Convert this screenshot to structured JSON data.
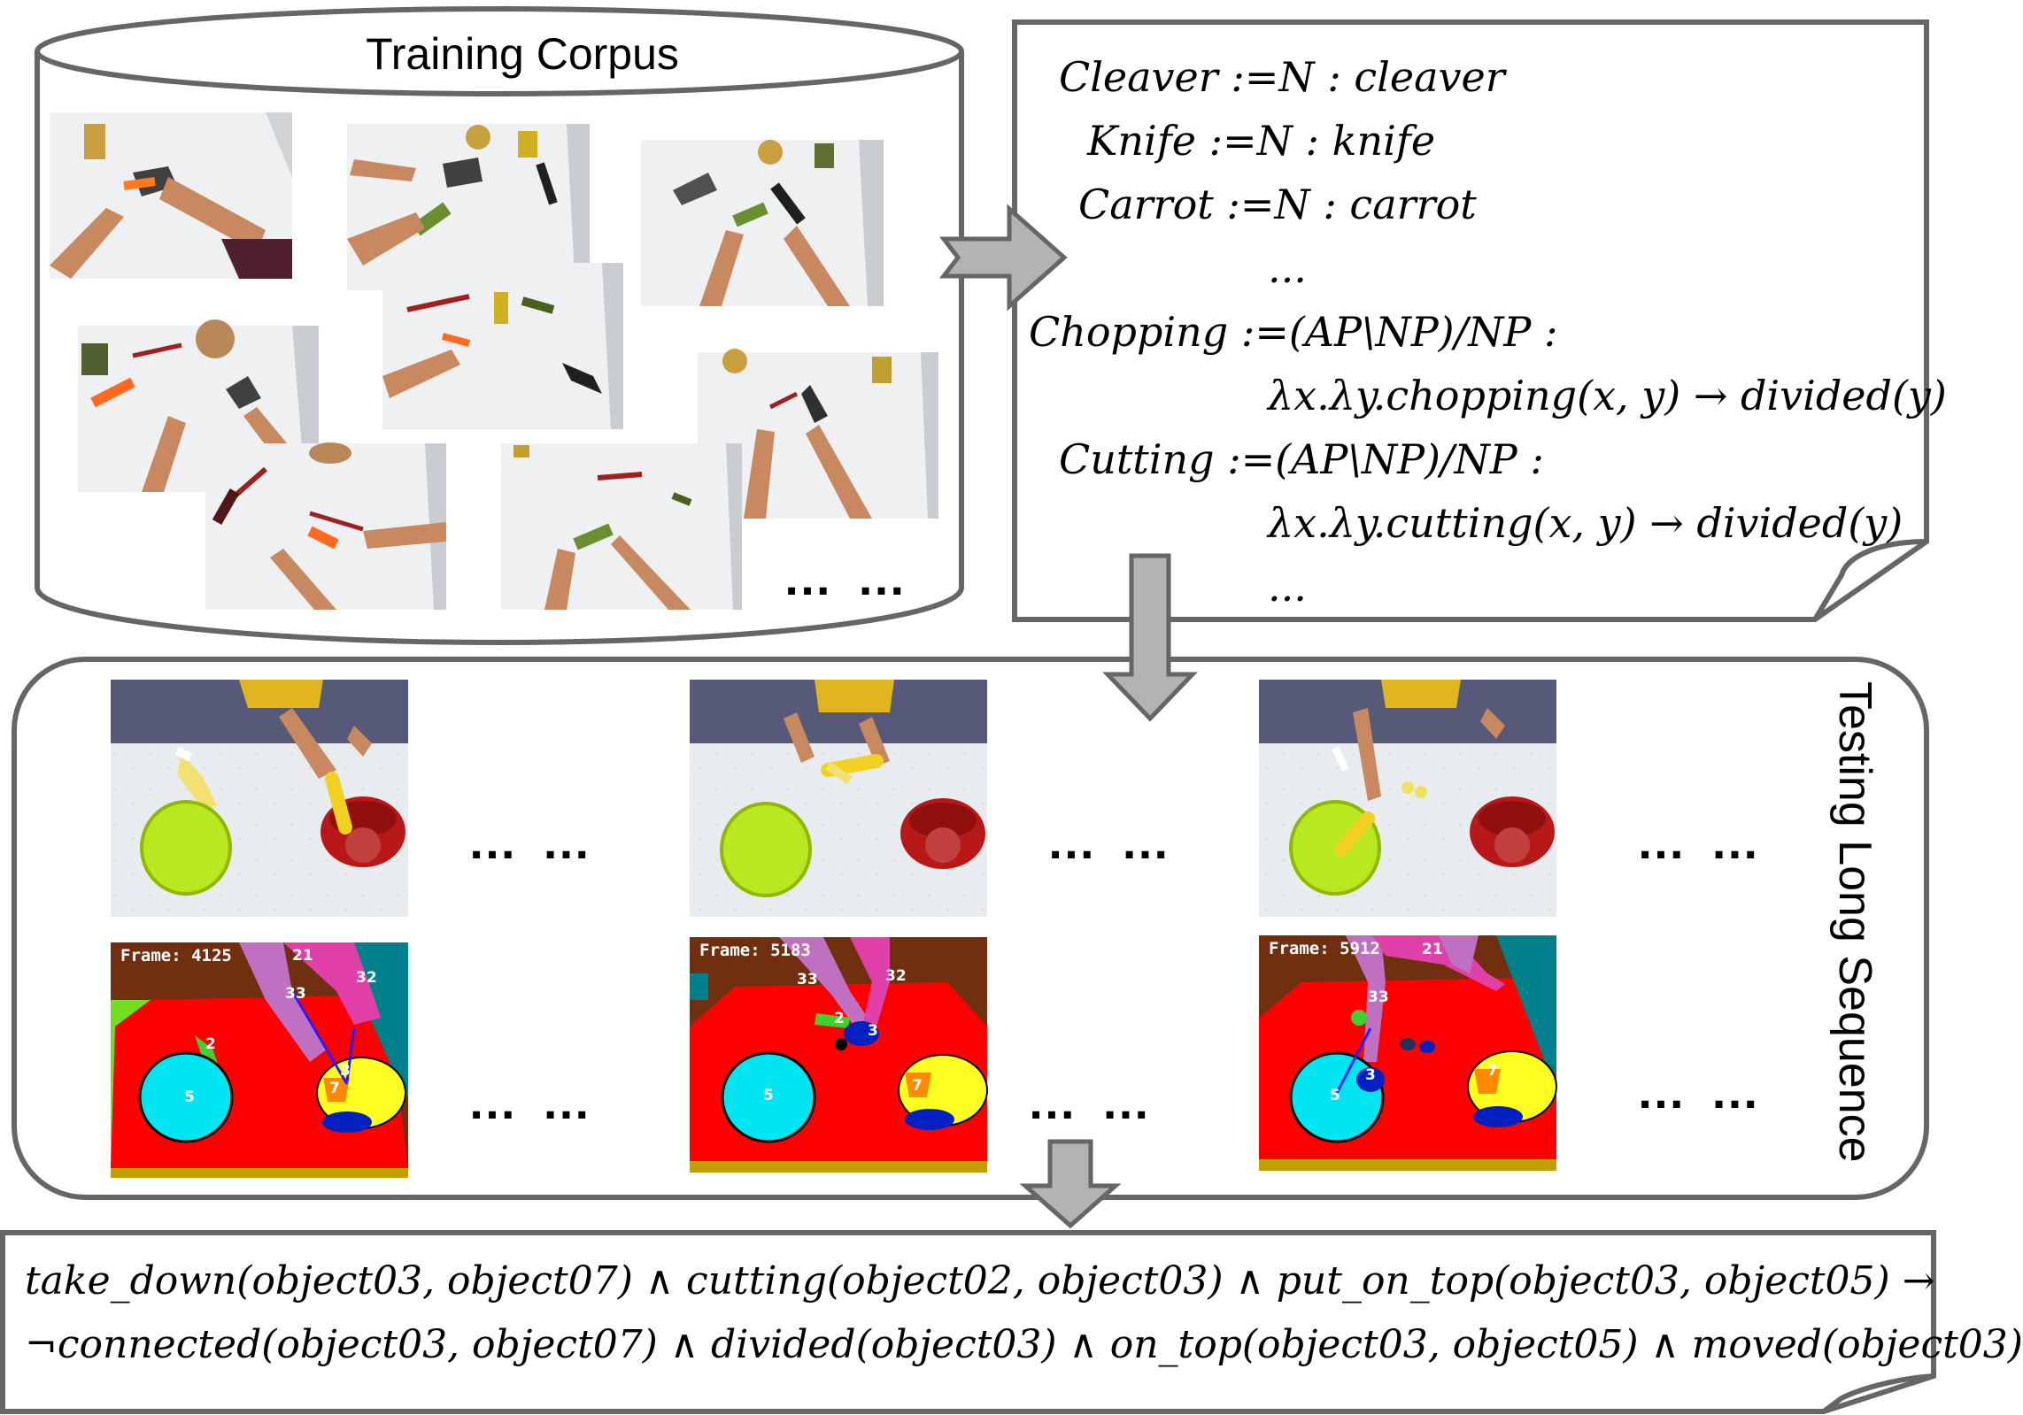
{
  "training_corpus": {
    "title": "Training Corpus",
    "ellipsis": "… …"
  },
  "lexicon": {
    "entries": [
      "Cleaver :=N : cleaver",
      "Knife :=N : knife",
      "Carrot :=N : carrot",
      "...",
      "Chopping :=(AP\\NP)/NP :",
      "λx.λy.chopping(x, y) → divided(y)",
      "Cutting :=(AP\\NP)/NP :",
      "λx.λy.cutting(x, y) → divided(y)",
      "..."
    ]
  },
  "testing": {
    "label": "Testing Long Sequence",
    "ellipsis": "… …",
    "frames": [
      "Frame: 4125",
      "Frame: 5183",
      "Frame: 5912"
    ],
    "segment_ids": {
      "f1": [
        "21",
        "33",
        "32",
        "2",
        "3",
        "7",
        "5"
      ],
      "f2": [
        "33",
        "32",
        "2",
        "3",
        "5",
        "7"
      ],
      "f3": [
        "21",
        "33",
        "3",
        "5",
        "7"
      ]
    }
  },
  "rule": {
    "line1": "take_down(object03, object07) ∧ cutting(object02, object03) ∧ put_on_top(object03, object05) →",
    "line2": "¬connected(object03, object07) ∧ divided(object03) ∧ on_top(object03, object05) ∧ moved(object03)"
  },
  "colors": {
    "outline": "#666666",
    "arrow_fill": "#b3b3b3",
    "seg_red": "#ff0000",
    "seg_cyan": "#00e5f0",
    "seg_yellow": "#ffff22",
    "seg_orange": "#ff8a00",
    "seg_pink": "#e040a8",
    "seg_teal": "#00808a"
  }
}
